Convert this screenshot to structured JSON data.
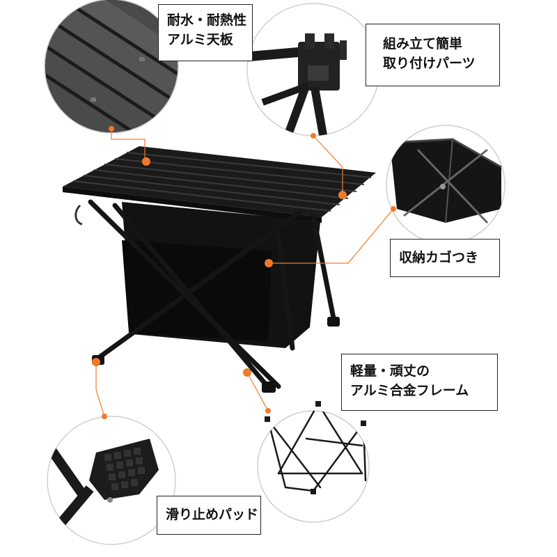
{
  "callouts": {
    "tabletop": {
      "lines": [
        "耐水・耐熱性",
        "アルミ天板"
      ]
    },
    "parts": {
      "lines": [
        "組み立て簡単",
        "取り付けパーツ"
      ]
    },
    "basket": {
      "lines": [
        "収納カゴつき"
      ]
    },
    "frame": {
      "lines": [
        "軽量・頑丈の",
        "アルミ合金フレーム"
      ]
    },
    "pad": {
      "lines": [
        "滑り止めパッド"
      ]
    }
  },
  "colors": {
    "accent": "#f07a2a",
    "product": "#1a1a1a",
    "frame_line": "#222222",
    "circle_border": "#cfcfcf"
  },
  "icons": {
    "tabletop": "aluminum-slats-closeup",
    "parts": "joint-connector-closeup",
    "basket": "storage-basket-closeup",
    "frame": "folding-frame-diagram",
    "pad": "rubber-foot-closeup"
  }
}
